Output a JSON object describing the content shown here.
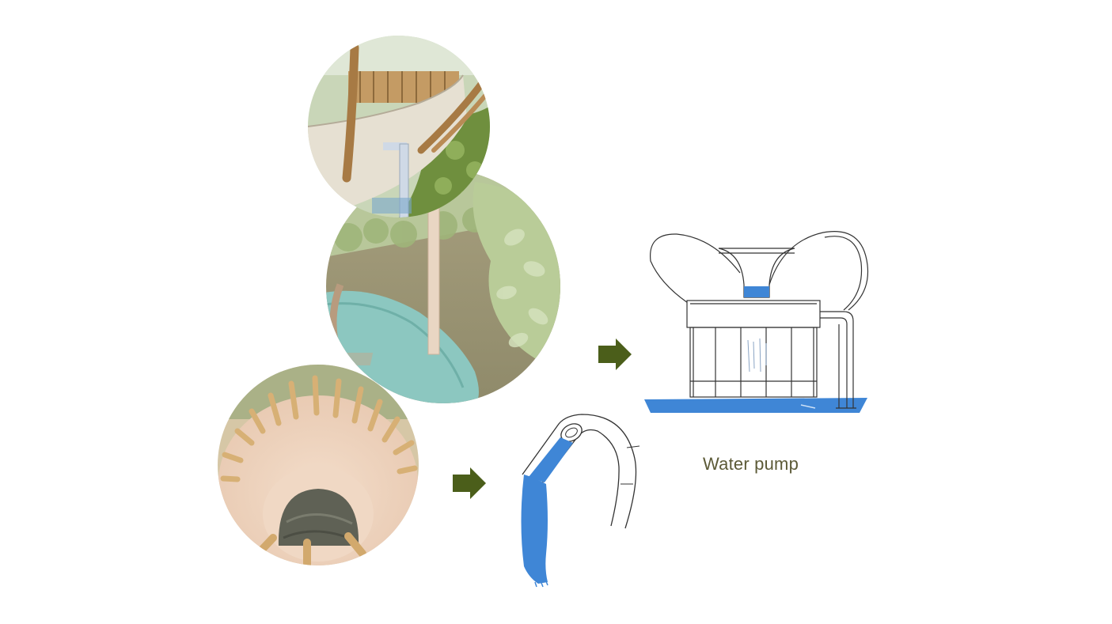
{
  "diagram": {
    "caption": "Water pump",
    "colors": {
      "arrow": "#4b5e1a",
      "water": "#3f86d6",
      "caption": "#5c5a37",
      "outline": "#333333"
    },
    "icons": [
      "arrow-right-icon",
      "arrow-right-icon"
    ],
    "scenes": [
      "rooftop-tank-render",
      "pond-pipe-render",
      "well-shaft-render"
    ],
    "sketches": [
      "water-pump-sketch",
      "curved-spout-sketch"
    ]
  }
}
